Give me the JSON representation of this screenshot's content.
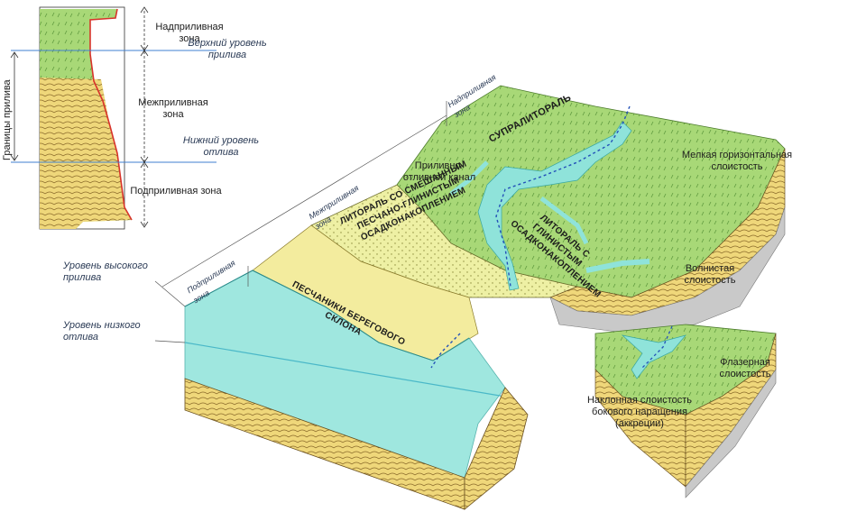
{
  "column": {
    "side_label": "Границы прилива",
    "zone_supratidal": "Надприливная зона",
    "upper_level": "Верхний уровень прилива",
    "zone_intertidal": "Межприливная зона",
    "lower_level": "Нижний уровень отлива",
    "zone_subtidal": "Подприливная зона"
  },
  "block": {
    "zone_supratidal": "Надприливная зона",
    "zone_intertidal": "Межприливная зона",
    "zone_subtidal": "Подприливная зона",
    "level_high": "Уровень высокого прилива",
    "level_low": "Уровень низкого отлива",
    "suprallitoral": "СУПРАЛИТОРАЛЬ",
    "channel": "Приливно-отливной канал",
    "littoral_mud": "ЛИТОРАЛЬ С ГЛИНИСТЫМ ОСАДКОНАКОПЛЕНИЕМ",
    "littoral_mixed": "ЛИТОРАЛЬ СО СМЕШАННЫМ ПЕСЧАНО-ГЛИНИСТЫМ ОСАДКОНАКОПЛЕНИЕМ",
    "sands": "ПЕСЧАНИКИ БЕРЕГОВОГО СКЛОНА",
    "fine_horizontal": "Мелкая горизонтальная слоистость",
    "wavy": "Волнистая слоистость",
    "flaser": "Флазерная слоистость",
    "inclined": "Наклонная слоистость бокового наращения (аккреции)"
  },
  "colors": {
    "green": "#9fd46c",
    "green_dark": "#5f9a3e",
    "yellow": "#f1e69a",
    "sand": "#e6c866",
    "water": "#8fe3da",
    "blue_line": "#3f7fd0",
    "red_line": "#d8332b"
  }
}
